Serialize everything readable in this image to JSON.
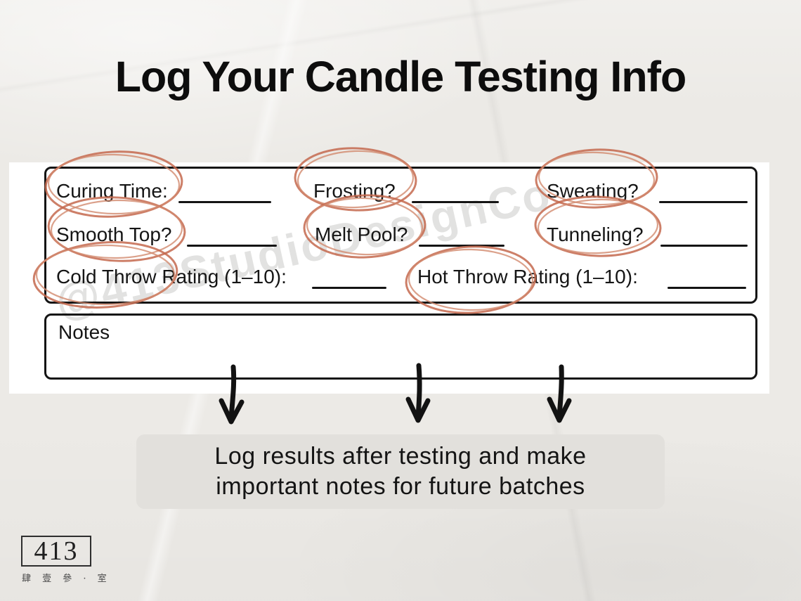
{
  "title": "Log Your Candle Testing Info",
  "form": {
    "rows": [
      {
        "items": [
          {
            "label": "Curing Time:"
          },
          {
            "label": "Frosting?"
          },
          {
            "label": "Sweating?"
          }
        ]
      },
      {
        "items": [
          {
            "label": "Smooth Top?"
          },
          {
            "label": "Melt Pool?"
          },
          {
            "label": "Tunneling?"
          }
        ]
      },
      {
        "items": [
          {
            "label": "Cold Throw Rating (1–10):"
          },
          {
            "label": "Hot Throw Rating (1–10):"
          }
        ]
      }
    ],
    "notes_label": "Notes"
  },
  "annotations": {
    "circled_terms": [
      "Curing Time",
      "Frosting?",
      "Sweating?",
      "Smooth Top?",
      "Melt Pool?",
      "Tunneling?",
      "Cold Throw",
      "Hot Throw"
    ],
    "circle_color": "#c4684e"
  },
  "watermark": "@413StudioDesignCo",
  "caption": {
    "line1": "Log results after testing and make",
    "line2": "important notes for future batches"
  },
  "logo": {
    "number": "413",
    "subtext": "肆 壹 參 · 室"
  },
  "colors": {
    "paper": "#eceae6",
    "panel": "#ffffff",
    "ink": "#141414",
    "circle": "#c4684e",
    "caption_bg": "#e2e0dc",
    "watermark": "rgba(125,122,118,0.22)"
  }
}
